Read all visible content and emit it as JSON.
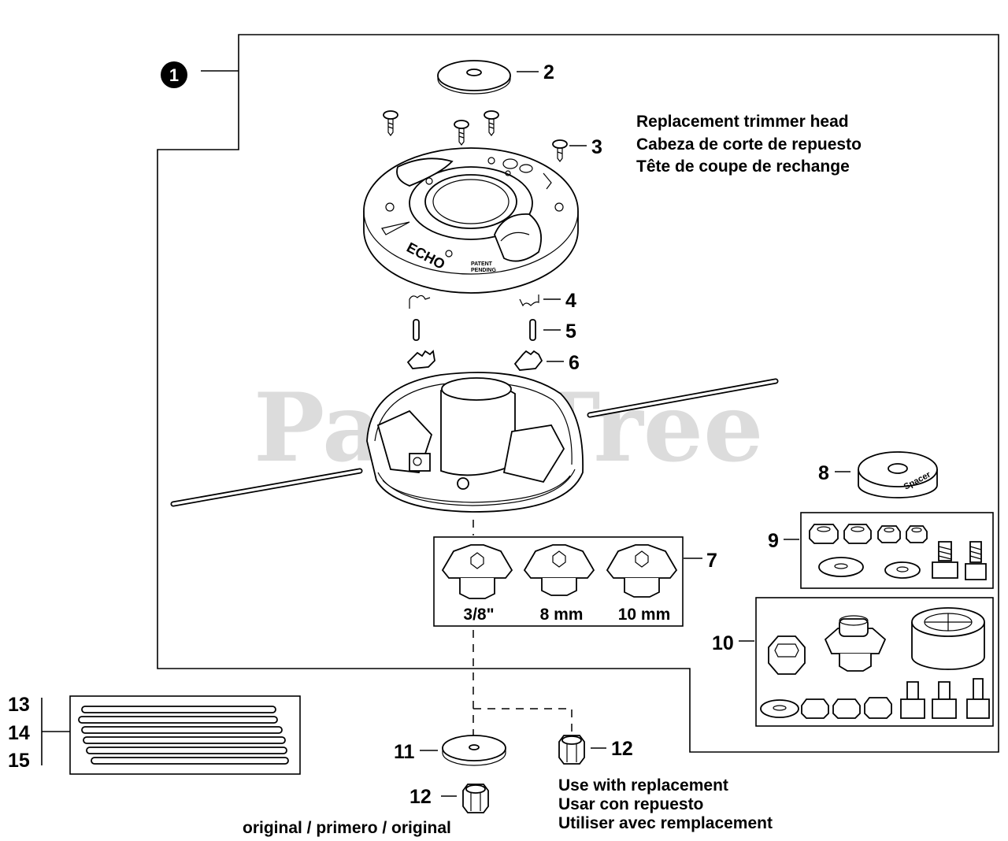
{
  "diagram": {
    "watermark": "PartsTree",
    "header_lines": [
      "Replacement trimmer head",
      "Cabeza de corte de repuesto",
      "Tête de coupe de rechange"
    ],
    "callouts": {
      "c1": "1",
      "c2": "2",
      "c3": "3",
      "c4": "4",
      "c5": "5",
      "c6": "6",
      "c7": "7",
      "c8": "8",
      "c9": "9",
      "c10": "10",
      "c11": "11",
      "c12a": "12",
      "c12b": "12",
      "c13": "13",
      "c14": "14",
      "c15": "15"
    },
    "adapter_sizes": [
      "3/8\"",
      "8 mm",
      "10 mm"
    ],
    "part_text": {
      "brand": "ECHO",
      "patent": [
        "PATENT",
        "PENDING"
      ],
      "spacer": "Spacer"
    },
    "caption_original": "original / primero / original",
    "caption_replacement": [
      "Use with replacement",
      "Usar con repuesto",
      "Utiliser avec remplacement"
    ]
  }
}
